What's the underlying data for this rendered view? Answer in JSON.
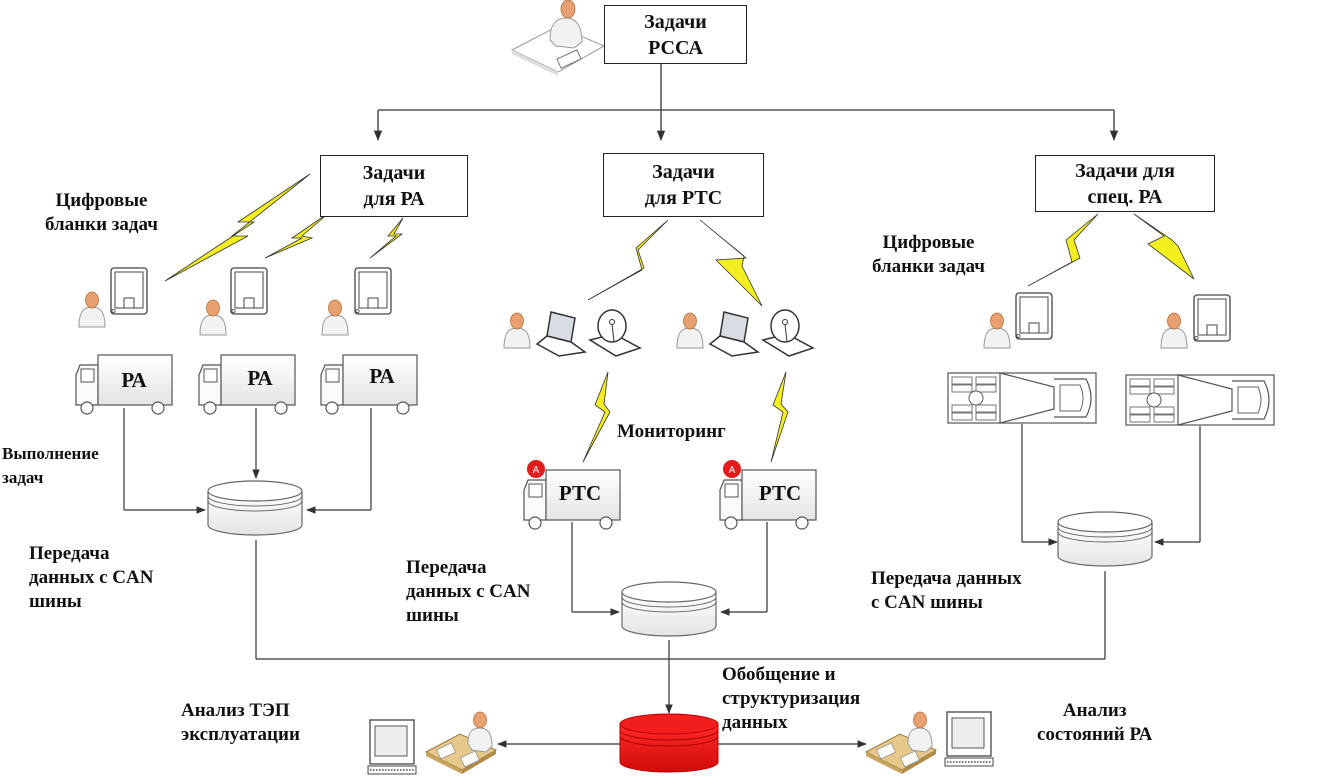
{
  "root": {
    "title": "Задачи\nРССА"
  },
  "branches": [
    {
      "id": "ra",
      "title": "Задачи\nдля РА",
      "label_forms": "Цифровые\nбланки задач",
      "label_exec": "Выполнение\nзадач",
      "label_can": "Передача\nданных с CAN\nшины",
      "vehicle_label": "РА",
      "vehicle_count": 3
    },
    {
      "id": "rtc",
      "title": "Задачи\nдля РТС",
      "label_monitoring": "Мониторинг",
      "label_can": "Передача\nданных с CAN\nшины",
      "vehicle_label": "РТС",
      "vehicle_count": 2,
      "badge": "A"
    },
    {
      "id": "spec",
      "title": "Задачи для\nспец. РА",
      "label_forms": "Цифровые\nбланки задач",
      "label_can": "Передача данных\nс CAN шины",
      "vehicle_count": 2
    }
  ],
  "central": {
    "label": "Обобщение и\nструктуризация\nданных",
    "color": "#e8141b"
  },
  "outputs": {
    "left": "Анализ ТЭП\nэксплуатации",
    "right": "Анализ\nсостояний РА"
  },
  "colors": {
    "lightning": "#f2ee1f",
    "line": "#333333"
  }
}
